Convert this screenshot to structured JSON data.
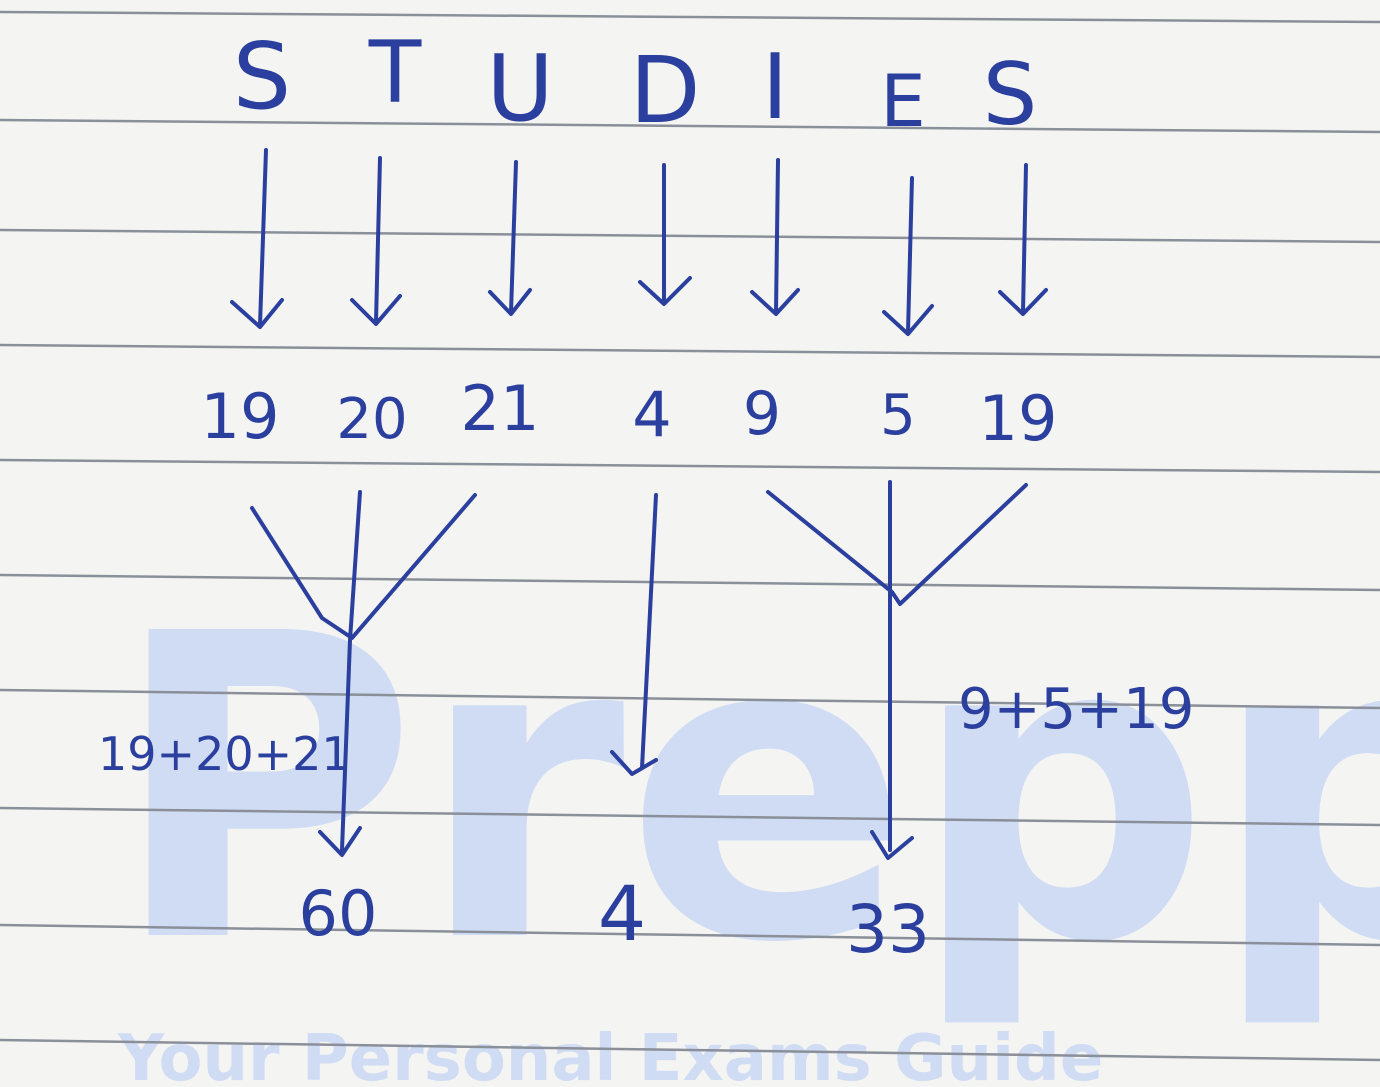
{
  "word_letters": [
    "S",
    "T",
    "U",
    "D",
    "I",
    "E",
    "S"
  ],
  "letter_values": [
    "19",
    "20",
    "21",
    "4",
    "9",
    "5",
    "19"
  ],
  "sum_labels": {
    "left": "19+20+21",
    "right": "9+5+19"
  },
  "results": [
    "60",
    "4",
    "33"
  ],
  "watermark": {
    "logo": "Prepp",
    "tagline": "Your Personal Exams Guide"
  },
  "colors": {
    "ink": "#2b3f9e",
    "paper": "#f4f4f2",
    "rule": "#8a8f99",
    "watermark": "#cfdcf4"
  }
}
